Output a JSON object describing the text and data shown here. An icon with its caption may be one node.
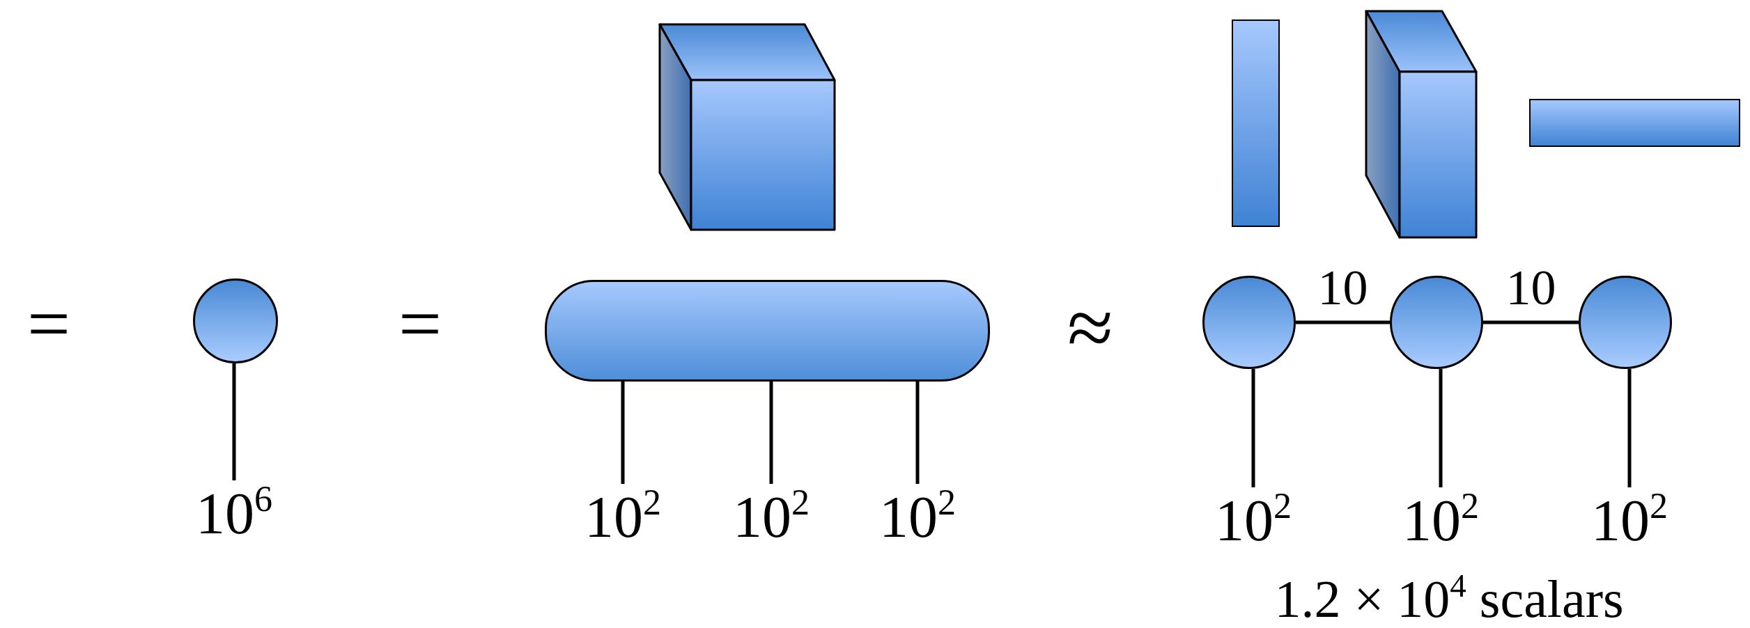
{
  "diagram": {
    "nodes": [
      {
        "text": [],
        "shape": "circle"
      },
      {
        "text": [
          "10$^{6}$"
        ]
      },
      {
        "text": [],
        "shape": "box"
      },
      {
        "text": [
          "10$^{2}$"
        ]
      },
      {
        "text": [
          "10$^{2}$"
        ]
      },
      {
        "text": [
          "10$^{2}$"
        ]
      },
      {
        "text": [],
        "shape": "circle"
      },
      {
        "text": [],
        "shape": "circle"
      },
      {
        "text": [],
        "shape": "circle"
      },
      {
        "text": [
          "10$^{2}$"
        ]
      },
      {
        "text": [
          "10$^{2}$"
        ]
      },
      {
        "text": [
          "10$^{2}$"
        ]
      }
    ],
    "edges": [
      {
        "from": 0,
        "to": 1,
        "arrow": "none"
      },
      {
        "from": 2,
        "to": 3,
        "arrow": "none"
      },
      {
        "from": 2,
        "to": 4,
        "arrow": "none"
      },
      {
        "from": 2,
        "to": 5,
        "arrow": "none"
      },
      {
        "from": 6,
        "to": 7,
        "arrow": "none",
        "label": "10"
      },
      {
        "from": 7,
        "to": 8,
        "arrow": "none",
        "label": "10"
      },
      {
        "from": 6,
        "to": 9,
        "arrow": "none"
      },
      {
        "from": 7,
        "to": 10,
        "arrow": "none"
      },
      {
        "from": 8,
        "to": 11,
        "arrow": "none"
      }
    ],
    "labels": [
      "=",
      "=",
      "≈",
      "1.2 × 10$^{4}$ scalars"
    ]
  }
}
